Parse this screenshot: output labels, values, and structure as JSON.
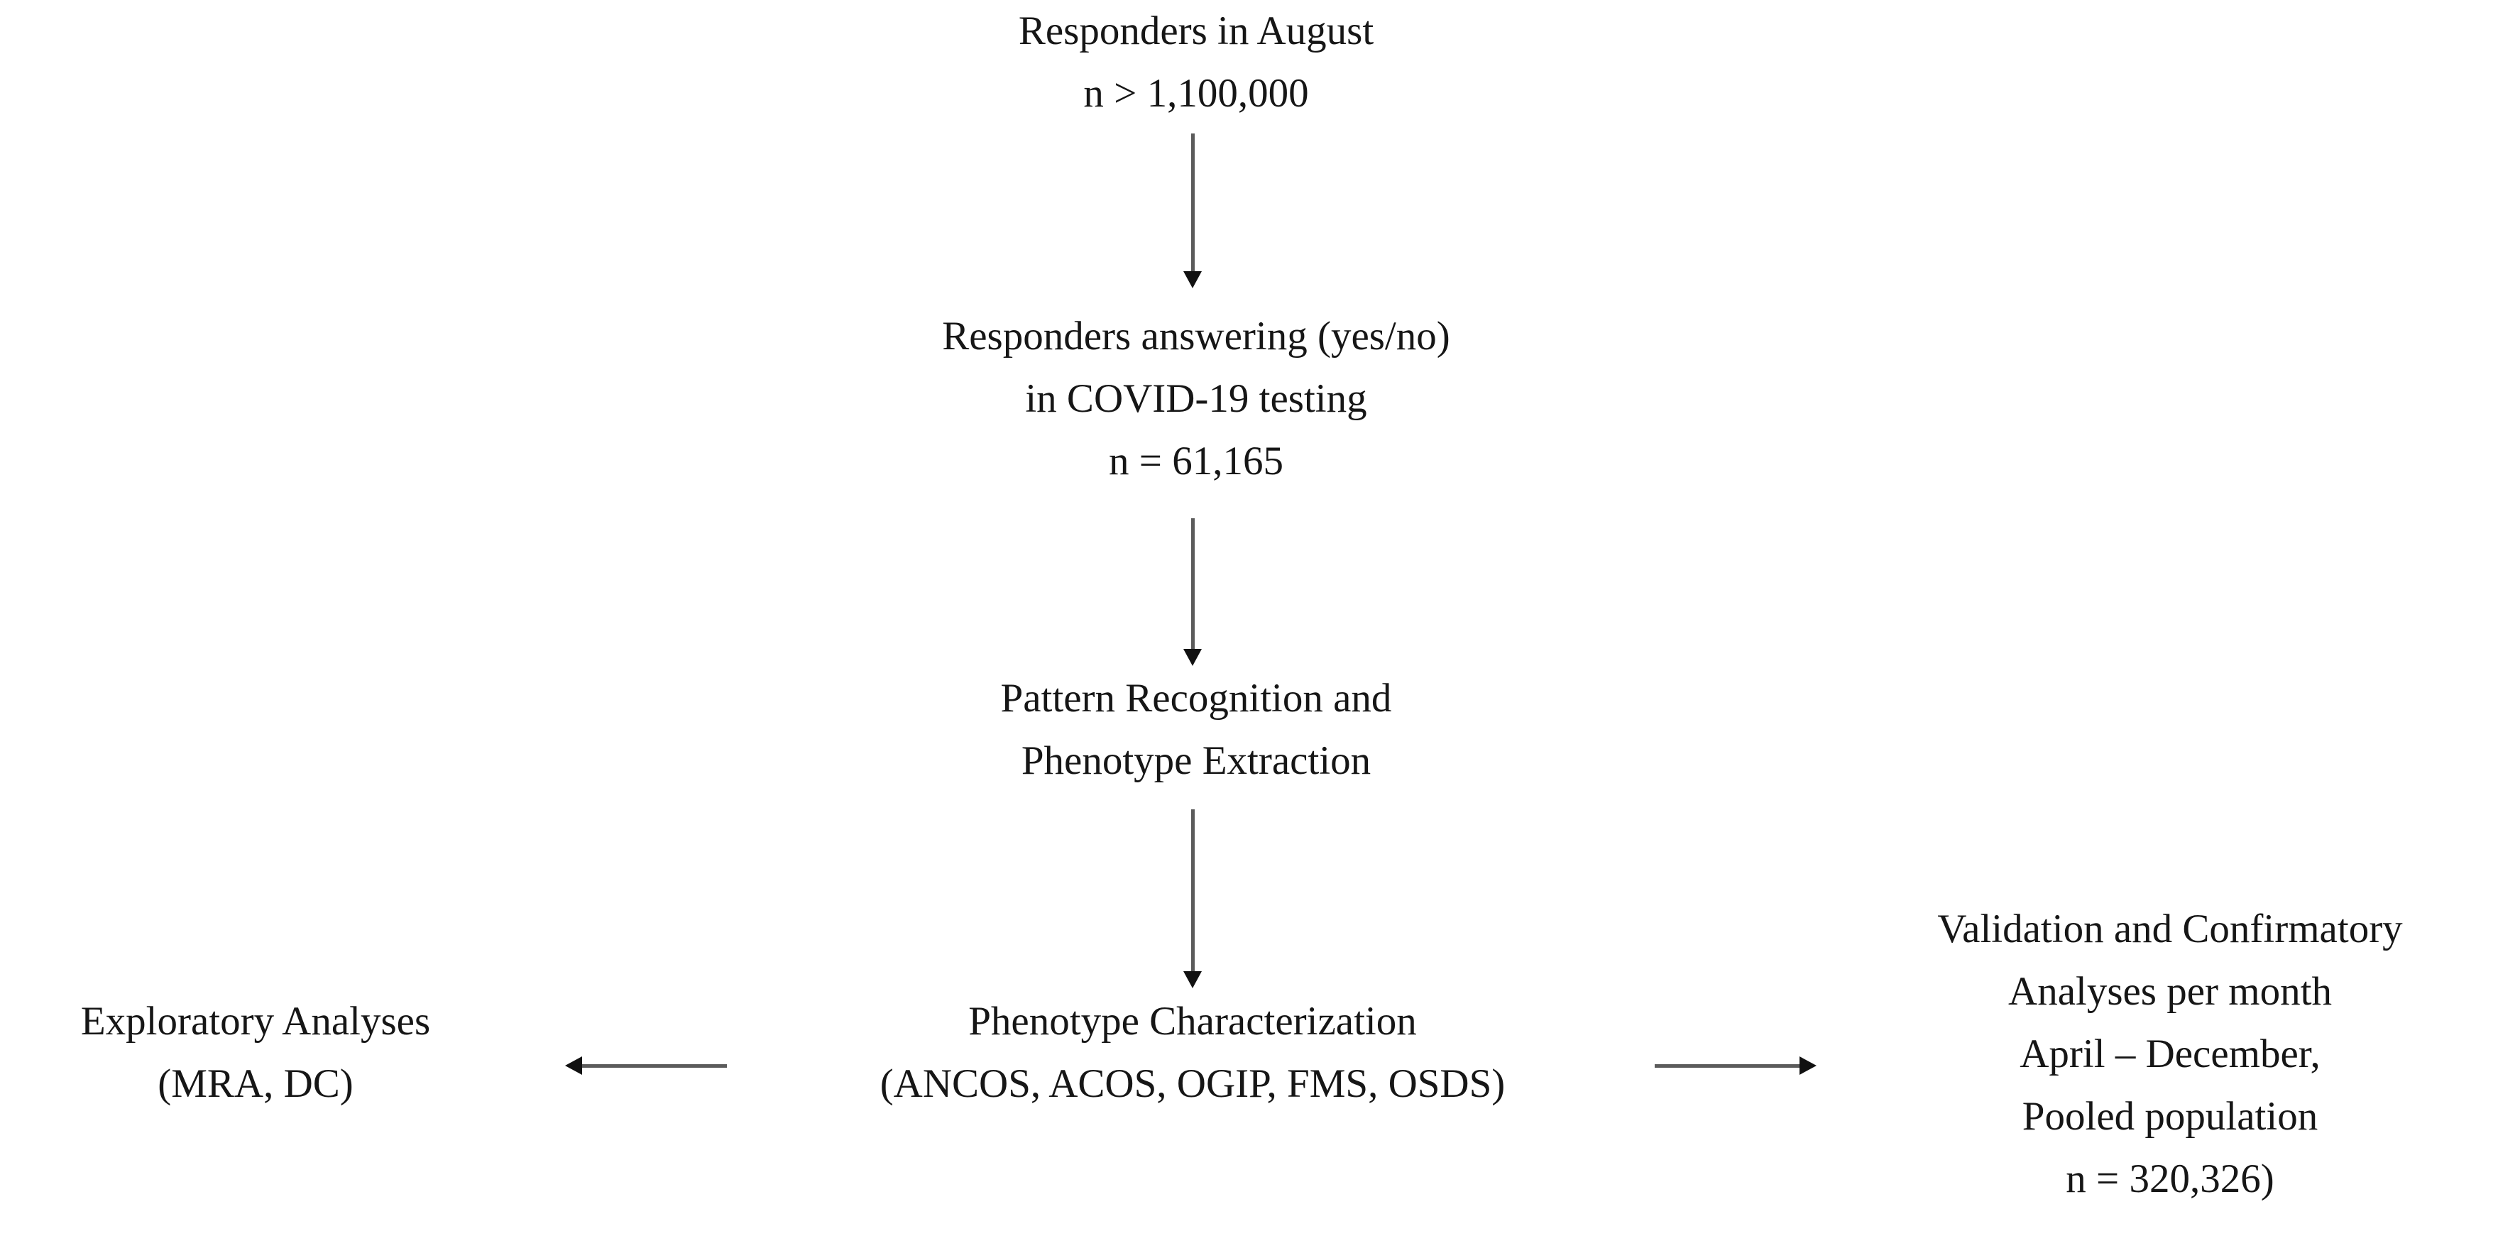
{
  "figure": {
    "type": "flowchart",
    "orientation": "top-to-bottom-with-lateral-branches",
    "background_color": "#ffffff",
    "text_color": "#161616",
    "arrow_color": "#5b5b5b",
    "arrowhead_color": "#111111"
  },
  "nodes": {
    "responders_august": {
      "lines": [
        "Responders in August",
        "n > 1,100,000"
      ]
    },
    "responders_testing": {
      "lines": [
        "Responders answering (yes/no)",
        "in COVID-19 testing",
        "n = 61,165"
      ]
    },
    "pattern_recognition": {
      "lines": [
        "Pattern Recognition and",
        "Phenotype Extraction"
      ]
    },
    "phenotype_characterization": {
      "lines": [
        "Phenotype Characterization",
        "(ANCOS, ACOS, OGIP, FMS, OSDS)"
      ]
    },
    "exploratory_analyses": {
      "lines": [
        "Exploratory Analyses",
        "(MRA, DC)"
      ]
    },
    "validation_confirmatory": {
      "lines": [
        "Validation and Confirmatory",
        "Analyses per month",
        "April – December,",
        "Pooled population",
        "n = 320,326)"
      ]
    }
  },
  "arrows": [
    {
      "name": "august-to-testing",
      "direction": "down"
    },
    {
      "name": "testing-to-pattern",
      "direction": "down"
    },
    {
      "name": "pattern-to-phenotype",
      "direction": "down"
    },
    {
      "name": "phenotype-to-exploratory",
      "direction": "left"
    },
    {
      "name": "phenotype-to-validation",
      "direction": "right"
    }
  ]
}
